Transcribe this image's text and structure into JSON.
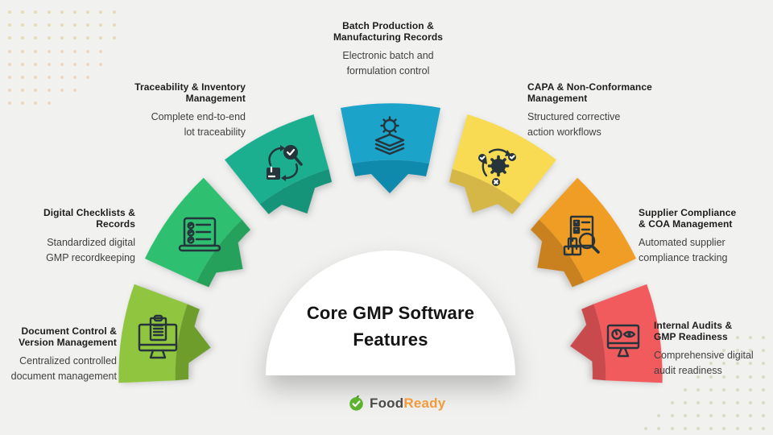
{
  "title": "Core GMP Software Features",
  "brand": {
    "name_primary": "Food",
    "name_secondary": "Ready"
  },
  "features": [
    {
      "id": "document-control",
      "title": "Document Control &\nVersion Management",
      "description": "Centralized controlled\ndocument management",
      "color": "#8FC53F",
      "color_dark": "#6E9D2B",
      "icon": "monitor-document-icon"
    },
    {
      "id": "digital-checklists",
      "title": "Digital Checklists &\nRecords",
      "description": "Standardized digital\nGMP recordkeeping",
      "color": "#2EBF70",
      "color_dark": "#26A15C",
      "icon": "laptop-checklist-icon"
    },
    {
      "id": "traceability-inventory",
      "title": "Traceability & Inventory\nManagement",
      "description": "Complete end-to-end\nlot traceability",
      "color": "#1BAF90",
      "color_dark": "#15947A",
      "icon": "box-route-magnifier-icon"
    },
    {
      "id": "batch-production",
      "title": "Batch Production &\nManufacturing Records",
      "description": "Electronic batch and\nformulation control",
      "color": "#1BA3C9",
      "color_dark": "#0F89AC",
      "icon": "layers-gear-icon"
    },
    {
      "id": "capa-nonconformance",
      "title": "CAPA & Non-Conformance\nManagement",
      "description": "Structured corrective\naction workflows",
      "color": "#F8DB52",
      "color_dark": "#D5B748",
      "icon": "gear-cycle-check-icon"
    },
    {
      "id": "supplier-compliance",
      "title": "Supplier Compliance\n& COA Management",
      "description": "Automated supplier\ncompliance tracking",
      "color": "#F09D26",
      "color_dark": "#C9811F",
      "icon": "document-magnifier-boxes-icon"
    },
    {
      "id": "internal-audits",
      "title": "Internal Audits &\nGMP Readiness",
      "description": "Comprehensive digital\naudit readiness",
      "color": "#F15B5D",
      "color_dark": "#C84A4D",
      "icon": "monitor-clock-eye-icon"
    }
  ],
  "colors": {
    "background": "#F1F1F0",
    "dome": "#FFFFFF",
    "title_text": "#141414",
    "label_title_text": "#1D1D1D",
    "label_desc_text": "#404040",
    "icon_stroke": "#26343B",
    "dots_top_left": "#ECD8BA",
    "dots_bottom_right": "#D8DCC5",
    "logo_green": "#5DB32E",
    "logo_leaf": "#3E8B21",
    "logo_text_primary": "#4A4A4A",
    "logo_text_secondary": "#F09B3C"
  }
}
